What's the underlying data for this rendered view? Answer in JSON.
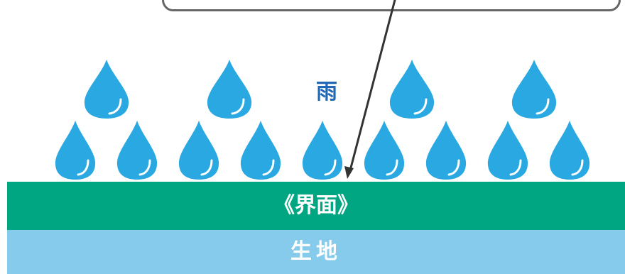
{
  "rain_label": "雨",
  "interface_label": "《界面》",
  "fabric_label": "生地",
  "colors": {
    "drop_fill": "#29a8e1",
    "drop_highlight": "#ffffff",
    "rain_text": "#2368b4",
    "interface_band": "#00a682",
    "fabric_band": "#86cbeb",
    "pointer_line": "#333333",
    "callout_border": "#666666"
  },
  "icons": {
    "drop": "water-drop-icon",
    "pointer": "arrow-pointer"
  }
}
